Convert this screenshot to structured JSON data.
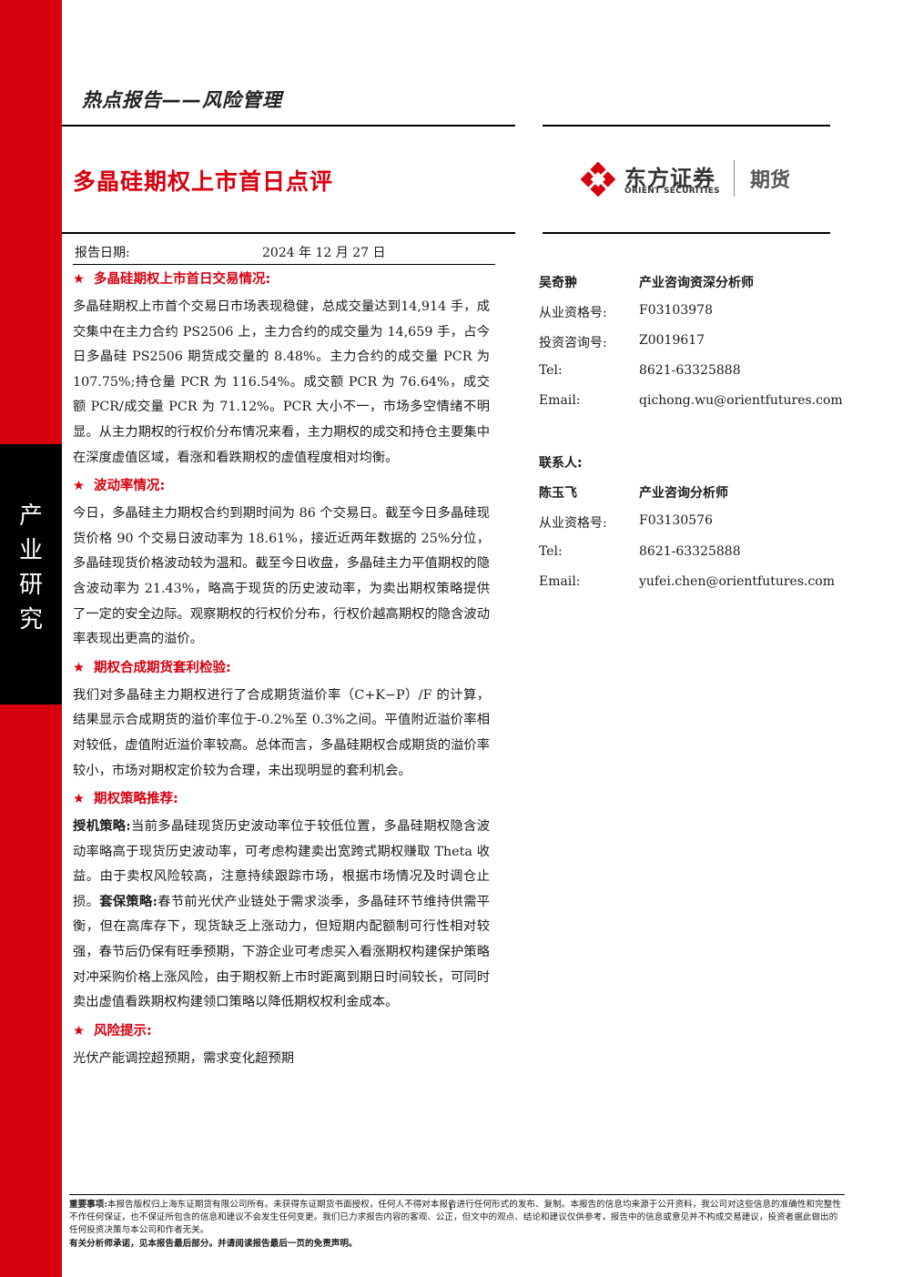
{
  "header": {
    "category": "热点报告——风险管理",
    "title": "多晶硅期权上市首日点评",
    "date_label": "报告日期:",
    "date_value": "2024 年 12 月 27 日"
  },
  "sidebar": {
    "chars": [
      "产",
      "业",
      "研",
      "究"
    ]
  },
  "logo": {
    "cn": "东方证券",
    "en": "ORIENT SECURITIES",
    "suffix": "期货",
    "brand_color": "#d7000f"
  },
  "sections": [
    {
      "heading": "多晶硅期权上市首日交易情况:",
      "paragraphs": [
        "多晶硅期权上市首个交易日市场表现稳健，总成交量达到14,914 手，成交集中在主力合约 PS2506 上，主力合约的成交量为 14,659 手，占今日多晶硅 PS2506 期货成交量的 8.48%。主力合约的成交量 PCR 为 107.75%;持仓量 PCR 为 116.54%。成交额 PCR 为 76.64%，成交额 PCR/成交量 PCR 为 71.12%。PCR 大小不一，市场多空情绪不明显。从主力期权的行权价分布情况来看，主力期权的成交和持仓主要集中在深度虚值区域，看涨和看跌期权的虚值程度相对均衡。"
      ]
    },
    {
      "heading": "波动率情况:",
      "paragraphs": [
        "今日，多晶硅主力期权合约到期时间为 86 个交易日。截至今日多晶硅现货价格 90 个交易日波动率为 18.61%，接近近两年数据的 25%分位，多晶硅现货价格波动较为温和。截至今日收盘，多晶硅主力平值期权的隐含波动率为 21.43%，略高于现货的历史波动率，为卖出期权策略提供了一定的安全边际。观察期权的行权价分布，行权价越高期权的隐含波动率表现出更高的溢价。"
      ]
    },
    {
      "heading": "期权合成期货套利检验:",
      "paragraphs": [
        "我们对多晶硅主力期权进行了合成期货溢价率（C+K−P）/F 的计算，结果显示合成期货的溢价率位于-0.2%至 0.3%之间。平值附近溢价率相对较低，虚值附近溢价率较高。总体而言，多晶硅期权合成期货的溢价率较小，市场对期权定价较为合理，未出现明显的套利机会。"
      ]
    },
    {
      "heading": "期权策略推荐:",
      "strategy": {
        "label1": "授机策略:",
        "text1": "当前多晶硅现货历史波动率位于较低位置，多晶硅期权隐含波动率略高于现货历史波动率，可考虑构建卖出宽跨式期权赚取 Theta 收益。由于卖权风险较高，注意持续跟踪市场，根据市场情况及时调仓止损。",
        "label2": "套保策略:",
        "text2": "春节前光伏产业链处于需求淡季，多晶硅环节维持供需平衡，但在高库存下，现货缺乏上涨动力，但短期内配额制可行性相对较强，春节后仍保有旺季预期，下游企业可考虑买入看涨期权构建保护策略对冲采购价格上涨风险，由于期权新上市时距离到期日时间较长，可同时卖出虚值看跌期权构建领口策略以降低期权权利金成本。"
      }
    },
    {
      "heading": "风险提示:",
      "paragraphs": [
        "光伏产能调控超预期，需求变化超预期"
      ]
    }
  ],
  "analysts": {
    "name1": "吴奇翀",
    "title1": "产业咨询资深分析师",
    "cert_label": "从业资格号:",
    "cert1": "F03103978",
    "invest_label": "投资咨询号:",
    "invest1": "Z0019617",
    "tel_label": "Tel:",
    "tel1": "8621-63325888",
    "email_label": "Email:",
    "email1": "qichong.wu@orientfutures.com",
    "contact_label": "联系人:",
    "name2": "陈玉飞",
    "title2": "产业咨询分析师",
    "cert2": "F03130576",
    "tel2": "8621-63325888",
    "email2": "yufei.chen@orientfutures.com"
  },
  "footer": {
    "notice_label": "重要事项:",
    "notice_text": "本报告版权归上海东证期货有限公司所有。未获得东证期货书面授权，任何人不得对本报告进行任何形式的发布、复制。本报告的信息均来源于公开资料，我公司对这些信息的准确性和完整性不作任何保证，也不保证所包含的信息和建议不会发生任何变更。我们已力求报告内容的客观、公正，但文中的观点、结论和建议仅供参考，报告中的信息或意见并不构成交易建议，投资者据此做出的任何投资决策与本公司和作者无关。",
    "promise_text": "有关分析师承诺，见本报告最后部分。并请阅读报告最后一页的免责声明。",
    "page_number": "1"
  }
}
